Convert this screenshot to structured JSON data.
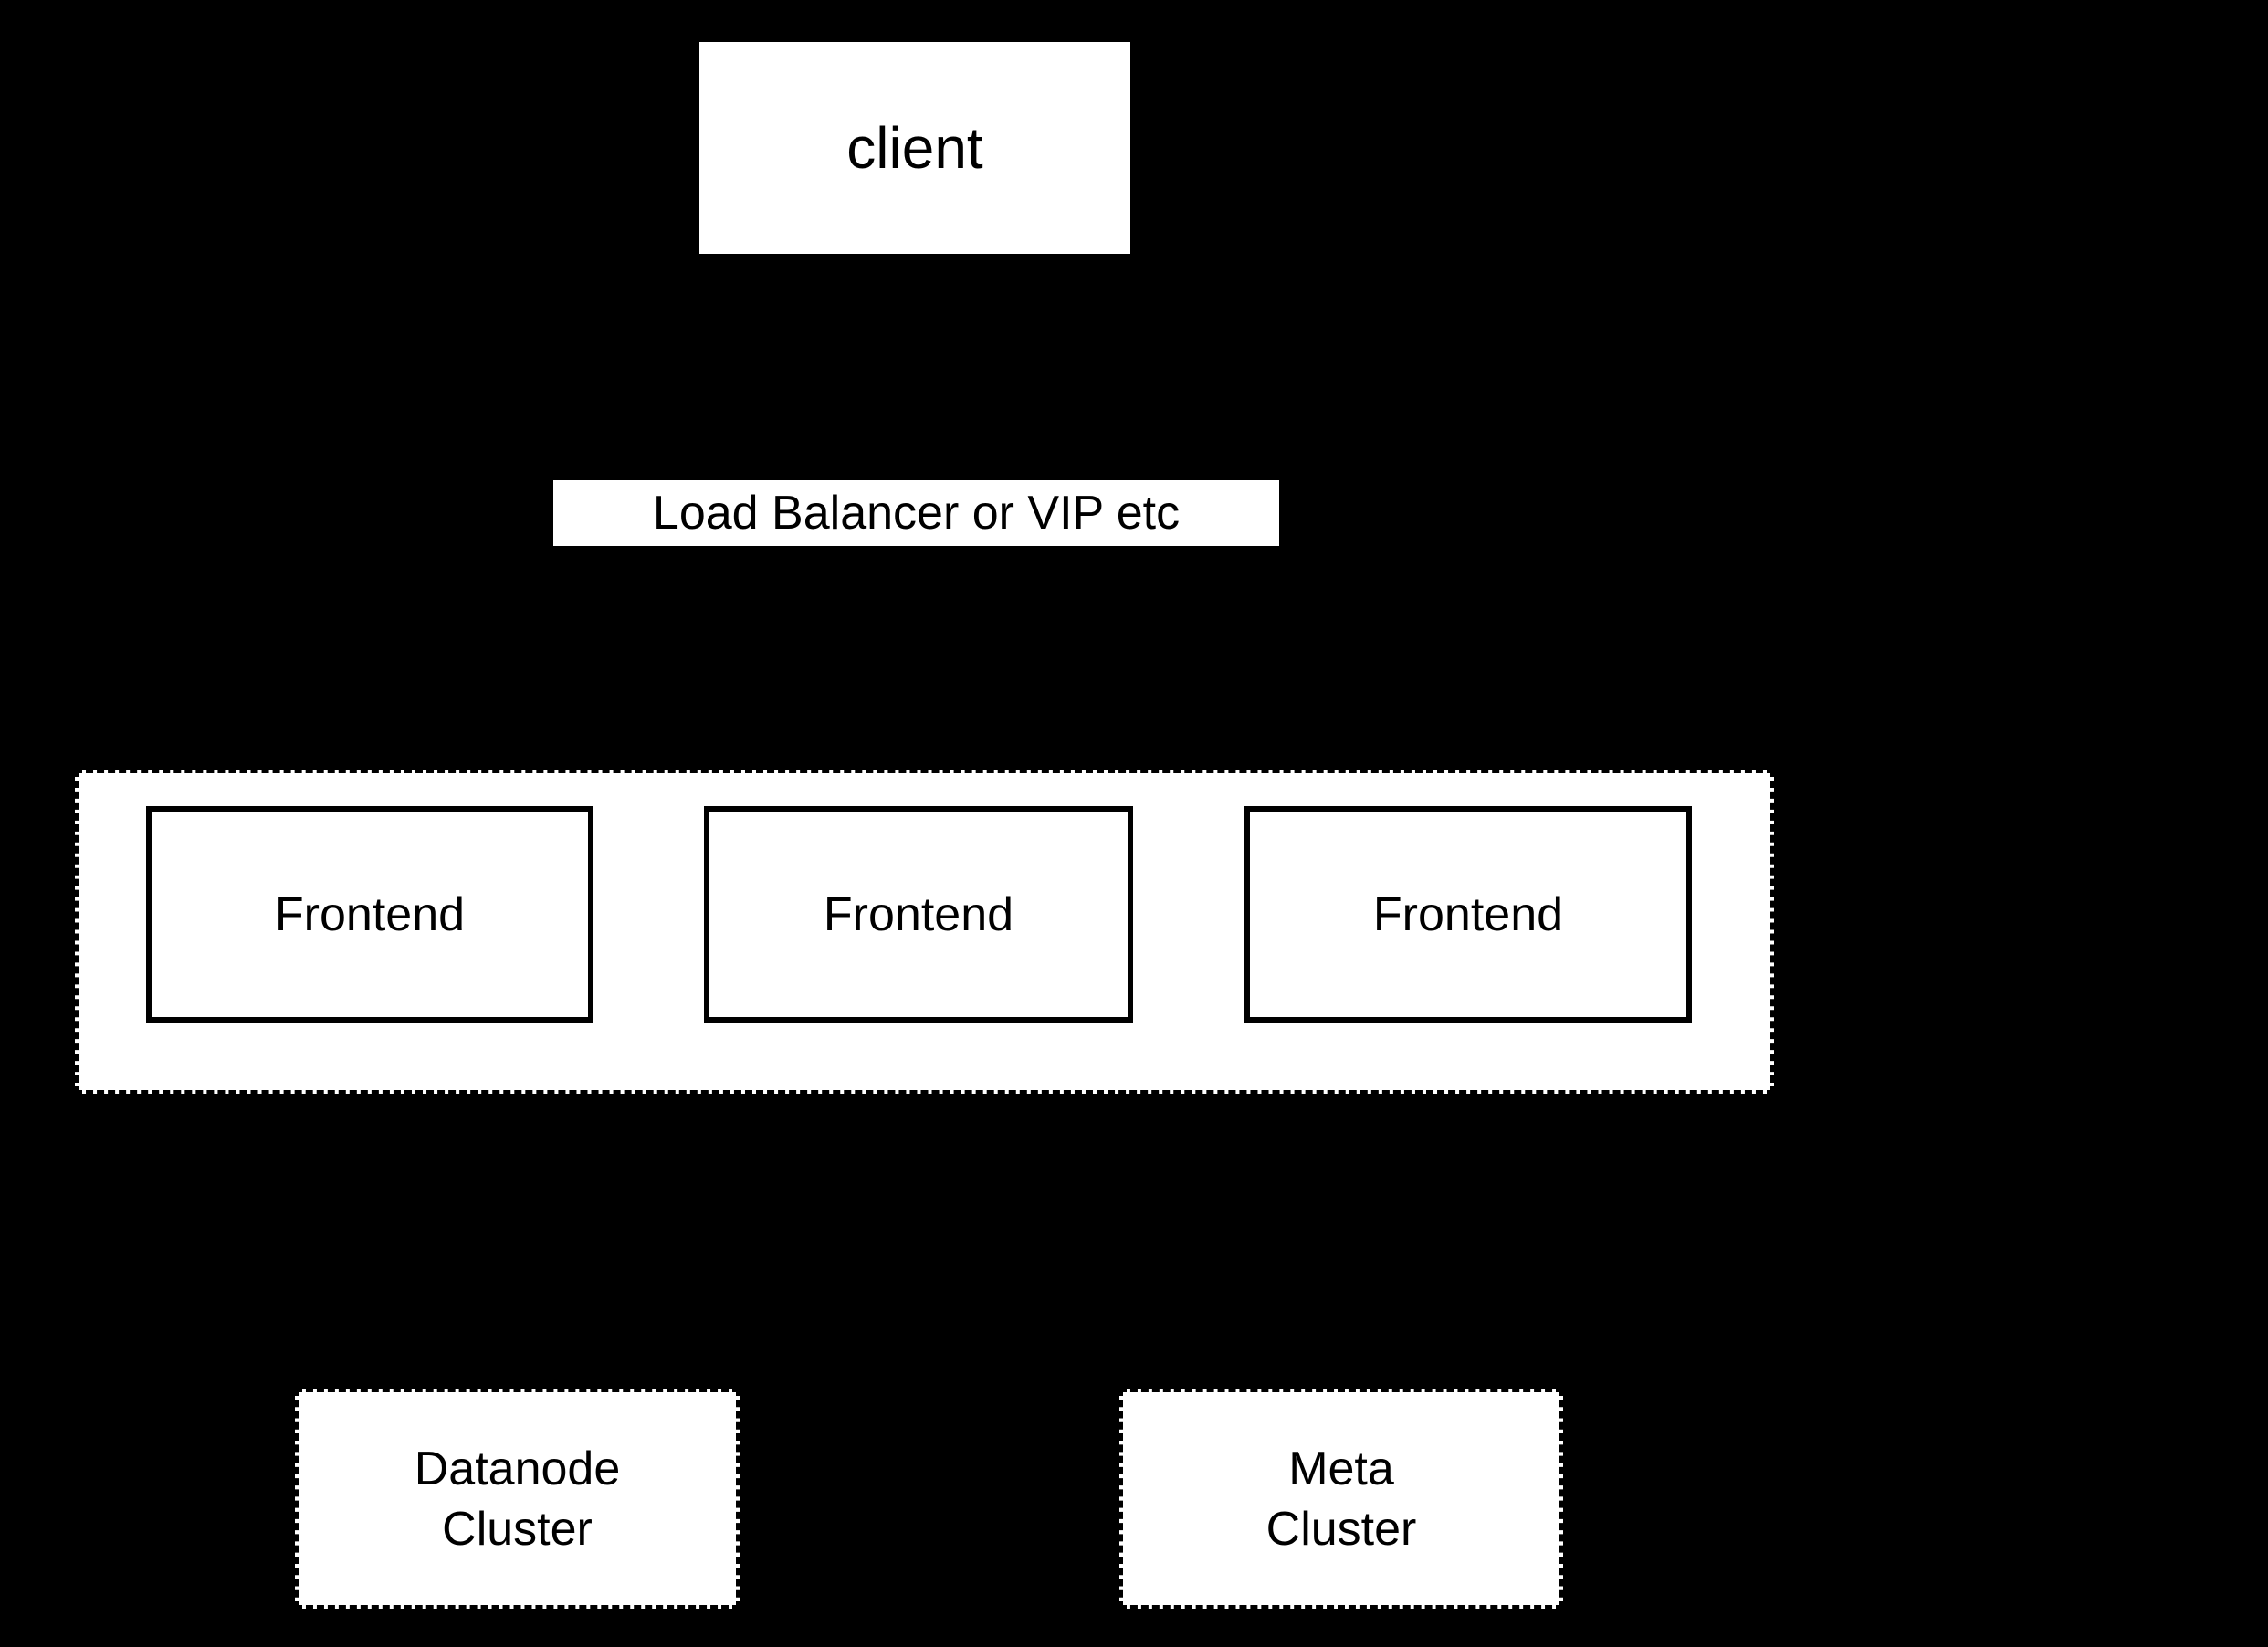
{
  "diagram": {
    "colors": {
      "background": "#000000",
      "node_fill": "#ffffff",
      "stroke": "#000000",
      "text": "#000000"
    },
    "nodes": {
      "client": {
        "label": "client"
      },
      "load_balancer": {
        "label": "Load Balancer or VIP etc"
      },
      "frontends": [
        {
          "label": "Frontend"
        },
        {
          "label": "Frontend"
        },
        {
          "label": "Frontend"
        }
      ],
      "datanode_cluster": {
        "lines": [
          "Datanode",
          "Cluster"
        ]
      },
      "meta_cluster": {
        "lines": [
          "Meta",
          "Cluster"
        ]
      }
    }
  }
}
